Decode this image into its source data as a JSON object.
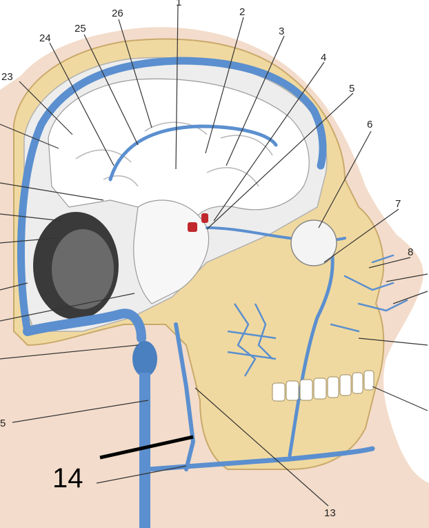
{
  "figure": {
    "labels": {
      "l1": "1",
      "l2": "2",
      "l3": "3",
      "l4": "4",
      "l5": "5",
      "l6": "6",
      "l7": "7",
      "l8": "8",
      "l13": "13",
      "l14": "14",
      "l15": "5",
      "l23": "23",
      "l24": "24",
      "l25": "25",
      "l26": "26"
    },
    "colors": {
      "skin": "#f3dccb",
      "skin_dark": "#e8c4ac",
      "bone": "#f0d9a0",
      "brain": "#ffffff",
      "brain_shadow": "#c8c8c8",
      "cavity": "#3a3a3a",
      "vein": "#5b8fcf",
      "vein_dark": "#3f72b3",
      "artery": "#c0282d",
      "leader": "#333333"
    }
  }
}
